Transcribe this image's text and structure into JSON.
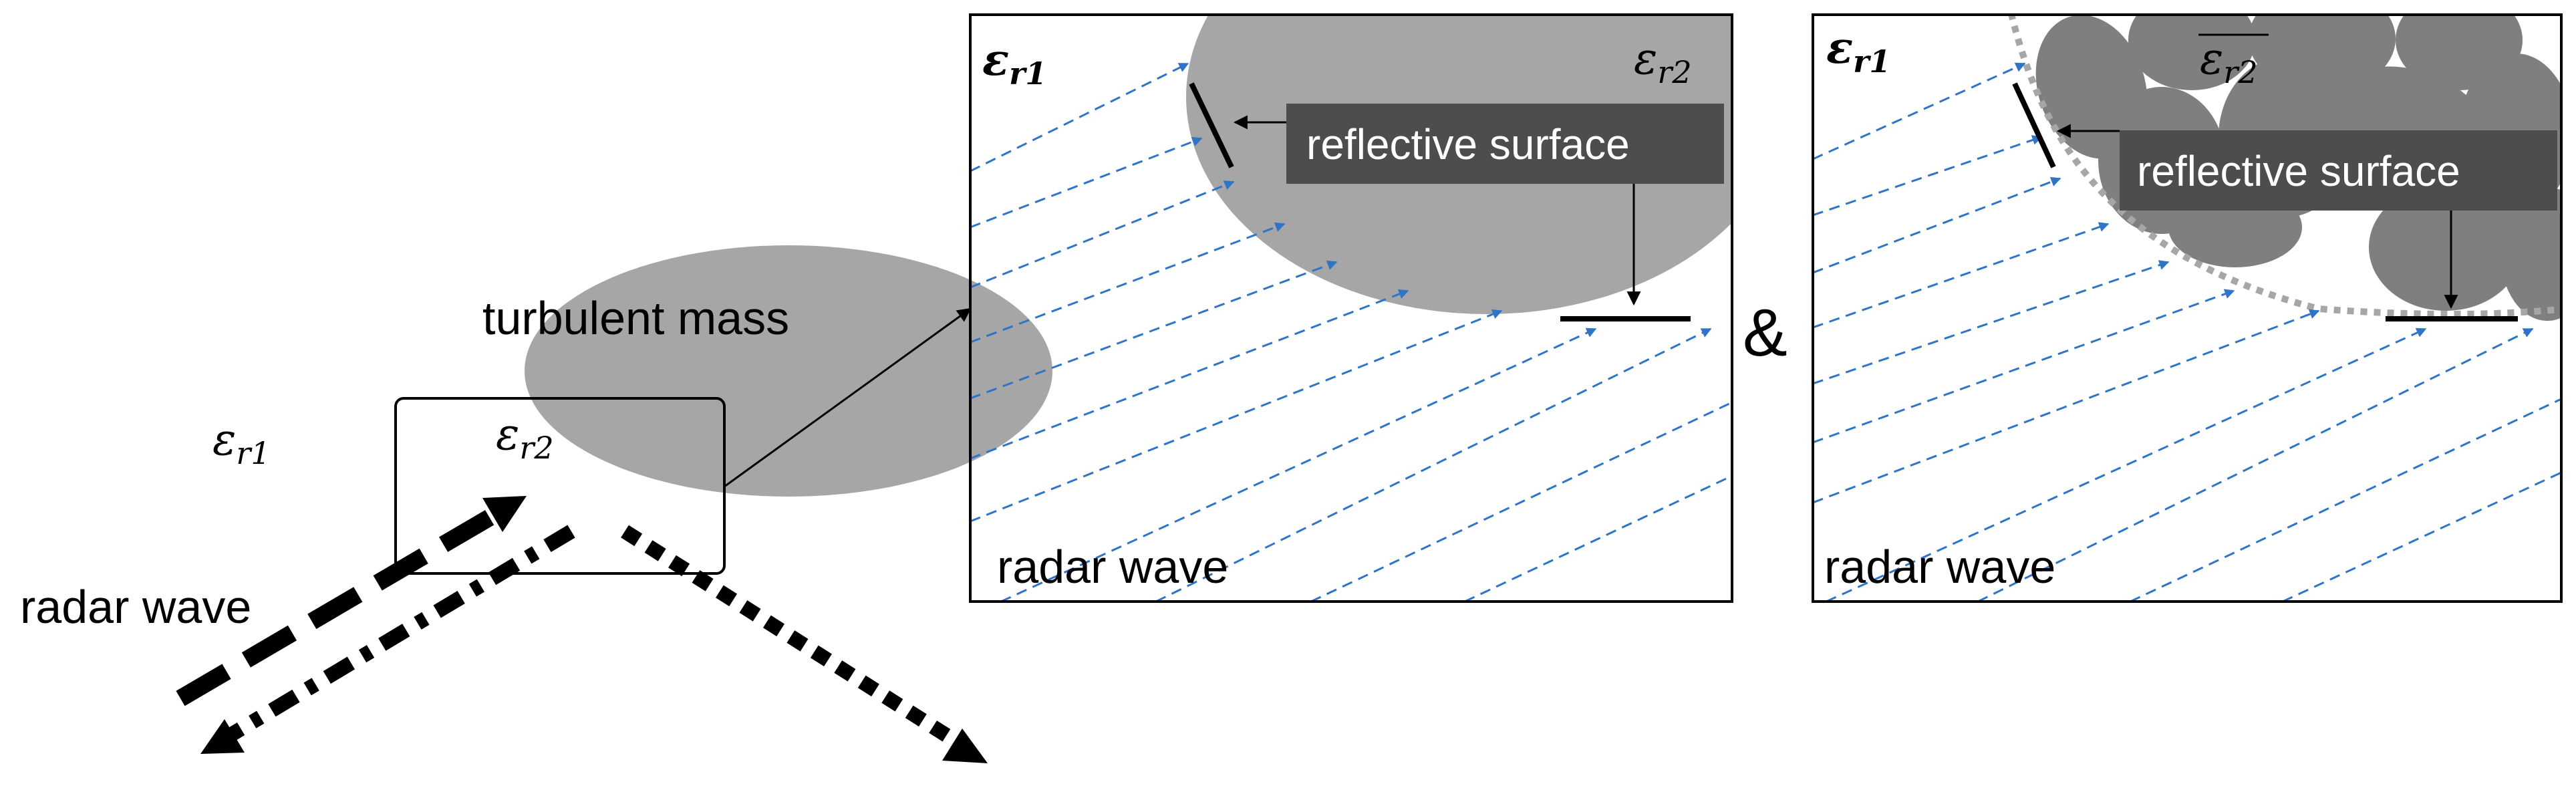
{
  "left": {
    "mass_label": "turbulent mass",
    "eps_outer": "ε",
    "eps_outer_sub": "r1",
    "eps_inner": "ε",
    "eps_inner_sub": "r2",
    "radar_label": "radar wave"
  },
  "middle": {
    "eps_outer": "ε",
    "eps_outer_sub": "r1",
    "eps_inner": "ε",
    "eps_inner_sub": "r2",
    "callout": "reflective surface",
    "radar_label": "radar wave"
  },
  "connector": "&",
  "right": {
    "eps_outer": "ε",
    "eps_outer_sub": "r1",
    "eps_inner": "ε",
    "eps_inner_sub": "r2",
    "callout": "reflective surface",
    "radar_label": "radar wave"
  },
  "colors": {
    "mass": "#a6a6a6",
    "blob": "#7f7f7f",
    "callout_box": "#4d4d4d",
    "ray": "#2e75c8",
    "dotted_boundary": "#a6a6a6"
  }
}
